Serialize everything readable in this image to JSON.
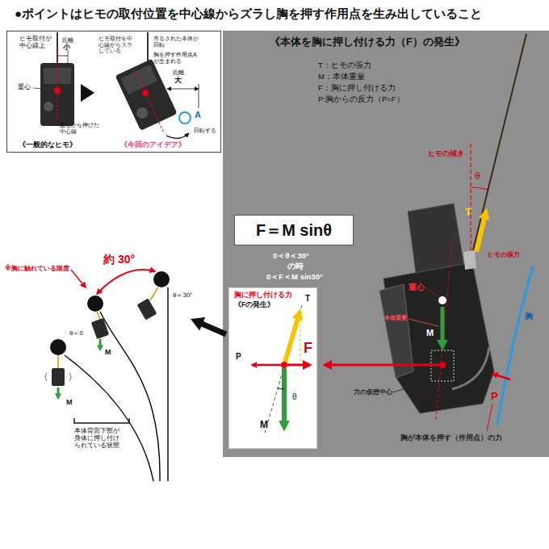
{
  "diagram": {
    "title": "●ポイントはヒモの取付位置を中心線からズラし胸を押す作用点を生み出していること",
    "nodes": [
      {
        "text": [
          "《一般的なヒモ》",
          "《今回のアイデア》"
        ]
      },
      {
        "text": [
          "《本体を胸に押し付ける力（F）の発生》",
          "T：ヒモの張力",
          "M：本体重量",
          "F：胸に押し付ける力",
          "P:胸からの反力（P=F）"
        ]
      },
      {
        "text": [
          "F＝M sinθ"
        ],
        "in": 1
      },
      {
        "text": [
          "胸に押し付ける力",
          "《Fの発生》"
        ],
        "in": 1
      }
    ],
    "labels": [
      "ヒモ取付が中心線上",
      "距離",
      "小",
      "重心",
      "重心から伸びた中心線",
      "ヒモ取付を中心線からズラしている",
      "吊るされた本体が回転",
      "胸を押す作用点Aが生まれる",
      "距離",
      "大",
      "A",
      "回転する",
      "ヒモの傾き",
      "θ",
      "T",
      "ヒモの張力",
      "重心",
      "本体重量",
      "M",
      "胸",
      "力の仮想中心",
      "P",
      "胸が本体を押す（作用点）の力",
      "0＜θ＜30°",
      "の時",
      "0＜F＜M sin30°",
      "T",
      "P",
      "F",
      "θ",
      "M",
      "※胸に触れている限度",
      "約 30°",
      "θ＝30°",
      "θ＝0",
      "M",
      "M",
      "本体背面下部が身体に押し付けられている状態"
    ]
  }
}
